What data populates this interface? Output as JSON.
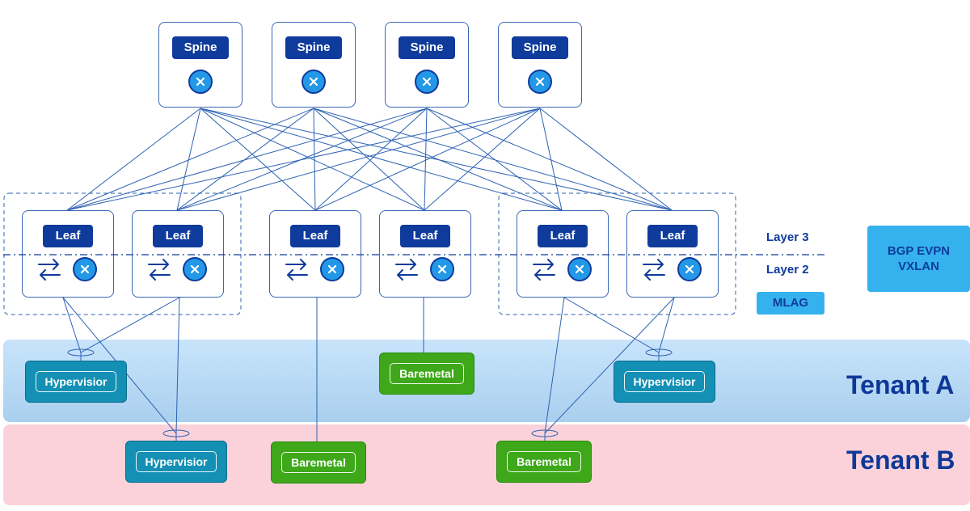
{
  "spine_label": "Spine",
  "leaf_label": "Leaf",
  "hypervisor_label": "Hypervisior",
  "baremetal_label": "Baremetal",
  "layer3_label": "Layer 3",
  "layer2_label": "Layer 2",
  "mlag_label": "MLAG",
  "bgp_label_line1": "BGP EVPN",
  "bgp_label_line2": "VXLAN",
  "tenant_a_label": "Tenant A",
  "tenant_b_label": "Tenant B",
  "colors": {
    "navy": "#0f3b9c",
    "wire": "#2d62b3",
    "accent_blue": "#35b2ee",
    "hypervisor": "#1490b4",
    "baremetal": "#3ea81a",
    "tenant_a": "#c8e4fb",
    "tenant_b": "#fbd2da"
  }
}
